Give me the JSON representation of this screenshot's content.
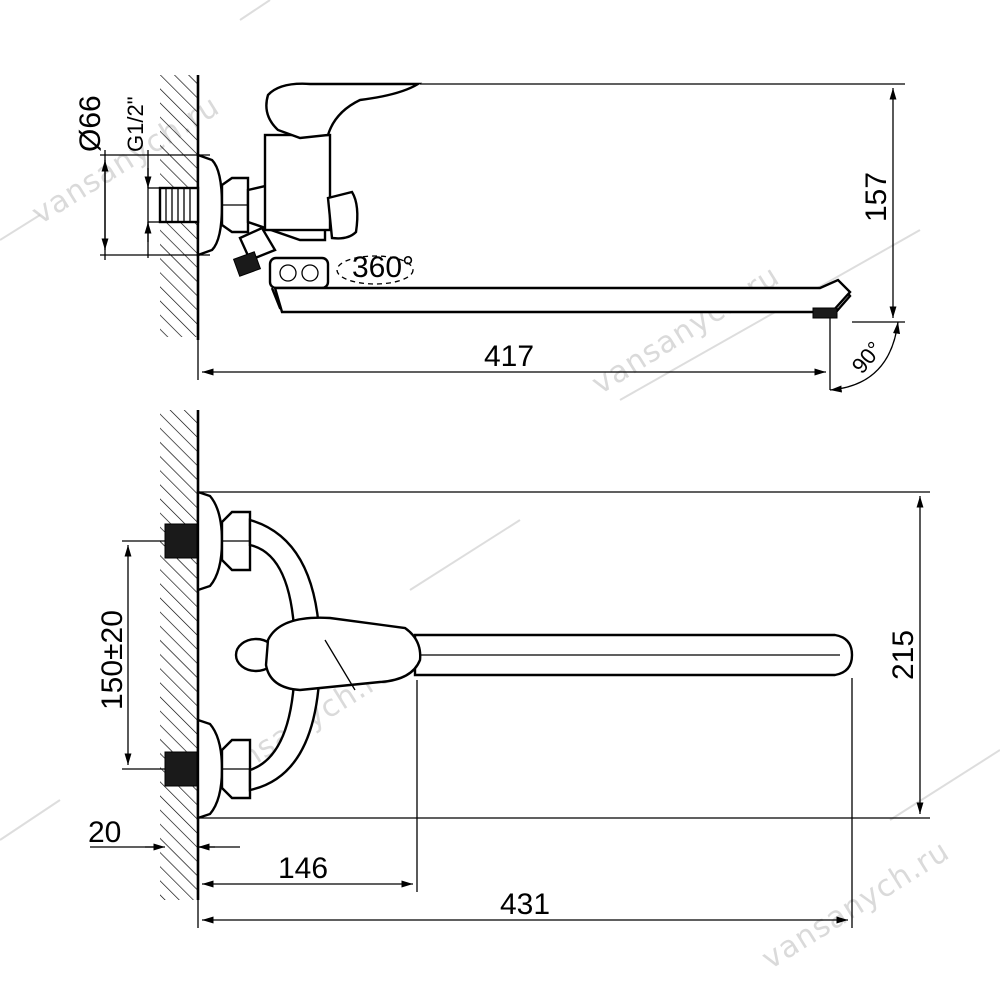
{
  "watermark": "vansanych.ru",
  "side_view": {
    "dims": {
      "diameter": "Ø66",
      "thread": "G1/2\"",
      "height": "157",
      "length": "417",
      "swivel": "360°",
      "spout_angle": "90°"
    }
  },
  "top_view": {
    "dims": {
      "spacing": "150±20",
      "depth": "215",
      "wall_offset": "20",
      "handle_reach": "146",
      "total_length": "431"
    }
  }
}
